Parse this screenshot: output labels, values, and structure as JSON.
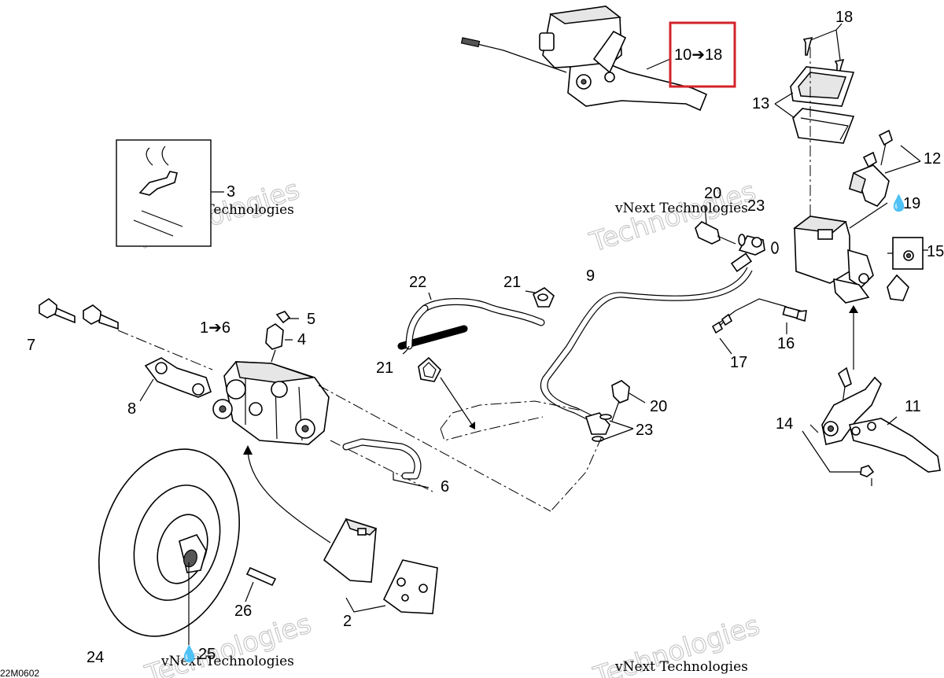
{
  "diagram": {
    "code": "22M0602",
    "watermark_line1": "vNext Technologies",
    "watermark_line2": "Technologies",
    "callouts": {
      "c_10_18": "10➔18",
      "c_18": "18",
      "c_13": "13",
      "c_12": "12",
      "c_19": "19",
      "c_15": "15",
      "c_20a": "20",
      "c_23a": "23",
      "c_3": "3",
      "c_5": "5",
      "c_4": "4",
      "c_1_6": "1➔6",
      "c_7": "7",
      "c_8": "8",
      "c_22": "22",
      "c_21a": "21",
      "c_21b": "21",
      "c_9": "9",
      "c_16": "16",
      "c_17": "17",
      "c_20b": "20",
      "c_23b": "23",
      "c_14": "14",
      "c_11": "11",
      "c_6": "6",
      "c_24": "24",
      "c_25": "25",
      "c_26": "26",
      "c_2": "2"
    }
  }
}
